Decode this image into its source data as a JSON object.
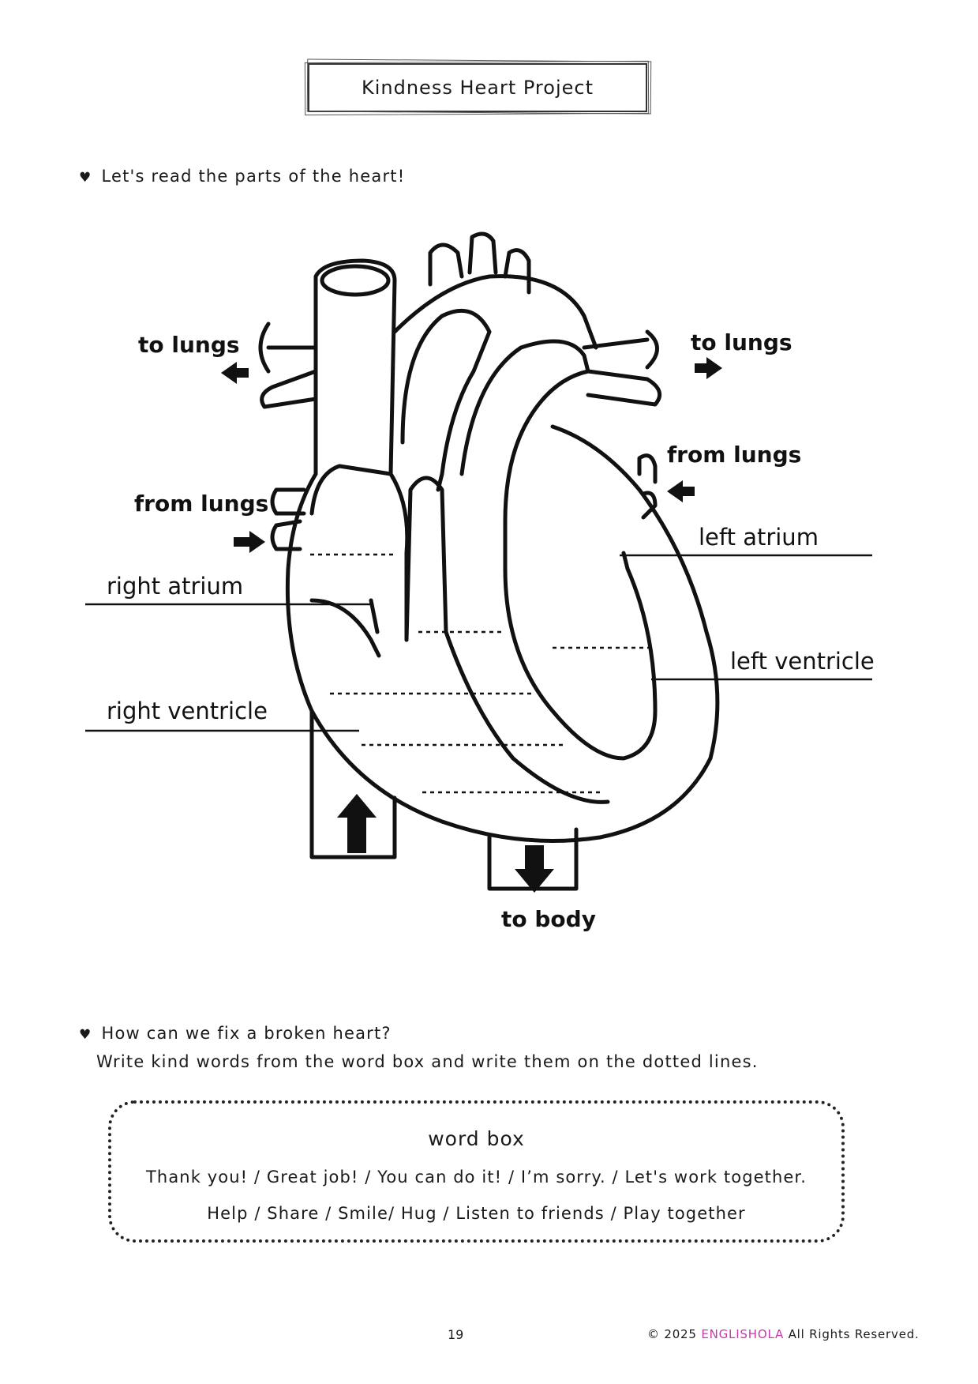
{
  "title": "Kindness Heart Project",
  "instructions": {
    "bullet": "♥",
    "part1": "Let's read the parts of the heart!",
    "part2_q": "How can we fix a broken heart?",
    "part2_task": "Write kind words from the word box and write them on the dotted lines."
  },
  "diagram": {
    "labels": {
      "to_lungs_left": "to lungs",
      "to_lungs_right": "to lungs",
      "from_lungs_left": "from lungs",
      "from_lungs_right": "from lungs",
      "right_atrium": "right atrium",
      "right_ventricle": "right ventricle",
      "left_atrium": "left atrium",
      "left_ventricle": "left ventricle",
      "to_body": "to body"
    }
  },
  "word_box": {
    "title": "word box",
    "line1": "Thank you! / Great job! / You can do it! / I’m sorry. / Let's work together.",
    "line2": "Help / Share / Smile/ Hug / Listen to friends / Play together"
  },
  "footer": {
    "page_number": "19",
    "copyright_prefix": "© 2025",
    "brand": "ENGLISHOLA",
    "copyright_suffix": "All Rights Reserved."
  },
  "colors": {
    "brand": "#c23ba8",
    "ink": "#1a1a1a"
  }
}
